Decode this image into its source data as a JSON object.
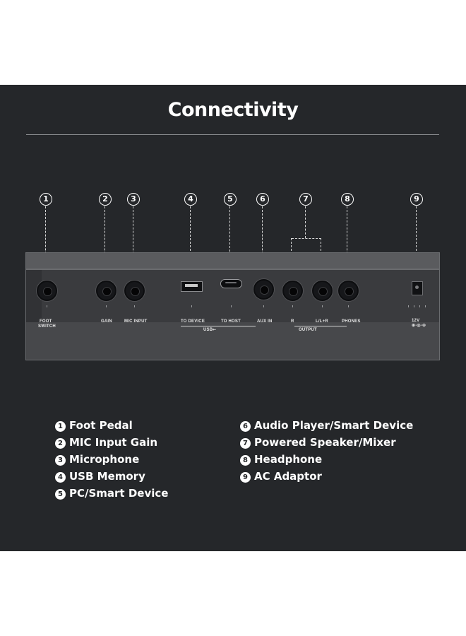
{
  "title": "Connectivity",
  "callouts": [
    "1",
    "2",
    "3",
    "4",
    "5",
    "6",
    "7",
    "8",
    "9"
  ],
  "device_labels": {
    "foot_switch_1": "FOOT",
    "foot_switch_2": "SWITCH",
    "gain": "GAIN",
    "mic_input": "MIC INPUT",
    "to_device": "TO DEVICE",
    "to_host": "TO HOST",
    "usb": "USB",
    "usb_symbol": "⭠",
    "aux_in": "AUX IN",
    "r": "R",
    "l_lr": "L/L+R",
    "output": "OUTPUT",
    "phones": "PHONES",
    "power": "12V",
    "power_symbol": "⊕-◎-⊖"
  },
  "legend": [
    {
      "num": "1",
      "label": "Foot Pedal"
    },
    {
      "num": "2",
      "label": "MIC Input Gain"
    },
    {
      "num": "3",
      "label": "Microphone"
    },
    {
      "num": "4",
      "label": "USB Memory"
    },
    {
      "num": "5",
      "label": "PC/Smart Device"
    },
    {
      "num": "6",
      "label": "Audio Player/Smart Device"
    },
    {
      "num": "7",
      "label": "Powered Speaker/Mixer"
    },
    {
      "num": "8",
      "label": "Headphone"
    },
    {
      "num": "9",
      "label": "AC Adaptor"
    }
  ],
  "colors": {
    "background": "#25272a",
    "page": "#ffffff",
    "text": "#ffffff"
  }
}
